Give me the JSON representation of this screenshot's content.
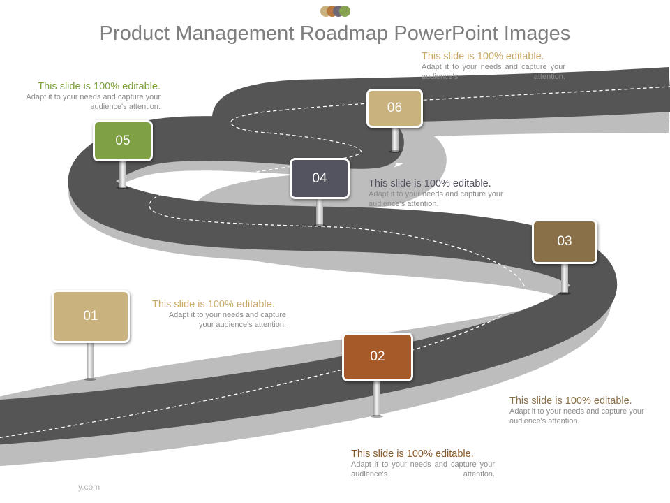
{
  "title": "Product Management Roadmap PowerPoint Images",
  "colors": {
    "road": "#555555",
    "road_edge": "#bdbdbd",
    "lane": "#ffffff",
    "post": "#cccccc"
  },
  "header_dots": [
    "#c9b27e",
    "#b9793f",
    "#6f6878",
    "#86a251"
  ],
  "milestones": [
    {
      "number": "01",
      "color": "#c9b27e"
    },
    {
      "number": "02",
      "color": "#a65a2a"
    },
    {
      "number": "03",
      "color": "#8a7048"
    },
    {
      "number": "04",
      "color": "#545461"
    },
    {
      "number": "05",
      "color": "#80a044"
    },
    {
      "number": "06",
      "color": "#c9b27e"
    }
  ],
  "notes": [
    {
      "heading": "This slide is 100% editable.",
      "body": "Adapt it to your needs and capture your audience's attention.",
      "color": "#c9aa68"
    },
    {
      "heading": "This slide is 100% editable.",
      "body": "Adapt it to your needs and capture your audience's attention.",
      "color": "#8a5a2a"
    },
    {
      "heading": "This slide is 100% editable.",
      "body": "Adapt it to your needs and capture your audience's attention.",
      "color": "#8a7048"
    },
    {
      "heading": "This slide is 100% editable.",
      "body": "Adapt it to your needs and capture your audience's attention.",
      "color": "#545461"
    },
    {
      "heading": "This slide is 100% editable.",
      "body": "Adapt it to your needs and capture your audience's attention.",
      "color": "#7da03c"
    },
    {
      "heading": "This slide is 100% editable.",
      "body": "Adapt it to your needs and capture your audience's attention.",
      "color": "#c9aa68"
    }
  ],
  "footer": "y.com"
}
